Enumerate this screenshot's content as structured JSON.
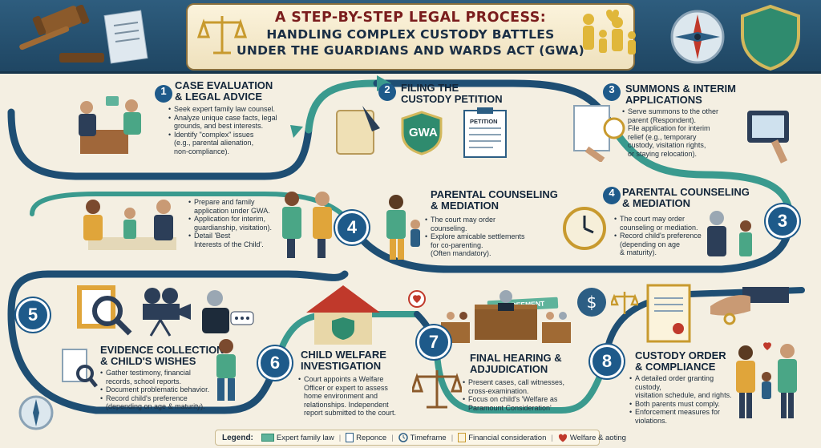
{
  "title": {
    "line1": "A STEP-BY-STEP LEGAL PROCESS:",
    "line2": "HANDLING COMPLEX CUSTODY BATTLES",
    "line3": "UNDER THE GUARDIANS AND WARDS ACT (GWA)"
  },
  "steps": [
    {
      "num": "1",
      "title_l1": "CASE EVALUATION",
      "title_l2": "& LEGAL ADVICE",
      "bullets": [
        "Seek expert family law counsel.",
        "Analyze unique case facts, legal",
        "grounds, and best interests.",
        "Identify \"complex\" issues",
        "(e.g., parental alienation,",
        "non-compliance)."
      ]
    },
    {
      "num": "2",
      "title_l1": "FILING THE",
      "title_l2": "CUSTODY PETITION",
      "icon_text": "GWA",
      "doc_text": "PETITION"
    },
    {
      "num": "3",
      "title_l1": "SUMMONS & INTERIM",
      "title_l2": "APPLICATIONS",
      "bullets": [
        "Serve summons to the other",
        "parent (Respondent).",
        "File application for interim",
        "relief (e.g., temporary",
        "custody, visitation rights,",
        "or staying relocation)."
      ]
    },
    {
      "num": "4",
      "side_bullets": [
        "Prepare and family",
        "application under GWA.",
        "Application for interim,",
        "guardianship, visitation).",
        "Detail 'Best",
        "Interests of the Child'."
      ]
    },
    {
      "title_l1": "PARENTAL COUNSELING",
      "title_l2": "& MEDIATION",
      "agreement": "AGREEMENT",
      "bullets": [
        "The court may order",
        "counseling.",
        "Explore amicable settlements",
        "for co-parenting.",
        "(Often mandatory)."
      ]
    },
    {
      "num": "4",
      "title_l1": "PARENTAL COUNSELING",
      "title_l2": "& MEDIATION",
      "bullets": [
        "The court may order",
        "counseling or mediation.",
        "Record child's preference",
        "(depending on age",
        "& maturity)."
      ]
    },
    {
      "num": "3"
    },
    {
      "num": "5",
      "title_l1": "EVIDENCE COLLECTION",
      "title_l2": "& CHILD'S WISHES",
      "bullets": [
        "Gather testimony, financial",
        "records, school reports.",
        "Document problematic behavior.",
        "Record child's preference",
        "(depending on age & maturity)."
      ]
    },
    {
      "num": "6",
      "title_l1": "CHILD WELFARE",
      "title_l2": "INVESTIGATION",
      "bullets": [
        "Court appoints a Welfare",
        "Officer or expert to assess",
        "home environment and",
        "relationships. Independent",
        "report submitted to the court."
      ]
    },
    {
      "num": "7",
      "title_l1": "FINAL HEARING &",
      "title_l2": "ADJUDICATION",
      "bullets": [
        "Present cases, call witnesses,",
        "cross-examination.",
        "Focus on child's 'Welfare as",
        "Paramount Consideration'"
      ]
    },
    {
      "num": "8",
      "title_l1": "CUSTODY ORDER",
      "title_l2": "& COMPLIANCE",
      "bullets": [
        "A detailed order granting custody,",
        "visitation schedule, and rights.",
        "Both parents must comply.",
        "Enforcement measures for",
        "violations."
      ]
    }
  ],
  "legend": {
    "label": "Legend:",
    "items": [
      {
        "icon": "money-icon",
        "text": "Expert family law"
      },
      {
        "icon": "document-icon",
        "text": "Reponce"
      },
      {
        "icon": "clock-icon",
        "text": "Timeframe"
      },
      {
        "icon": "document-icon",
        "text": "Financial consideration"
      },
      {
        "icon": "heart-icon",
        "text": "Welfare & aoting"
      }
    ]
  },
  "colors": {
    "banner": "#2e5d7e",
    "path_dark": "#1e4e73",
    "path_teal": "#3a9a8e",
    "badge": "#1e5a8a",
    "title_red": "#7a1d1d"
  }
}
